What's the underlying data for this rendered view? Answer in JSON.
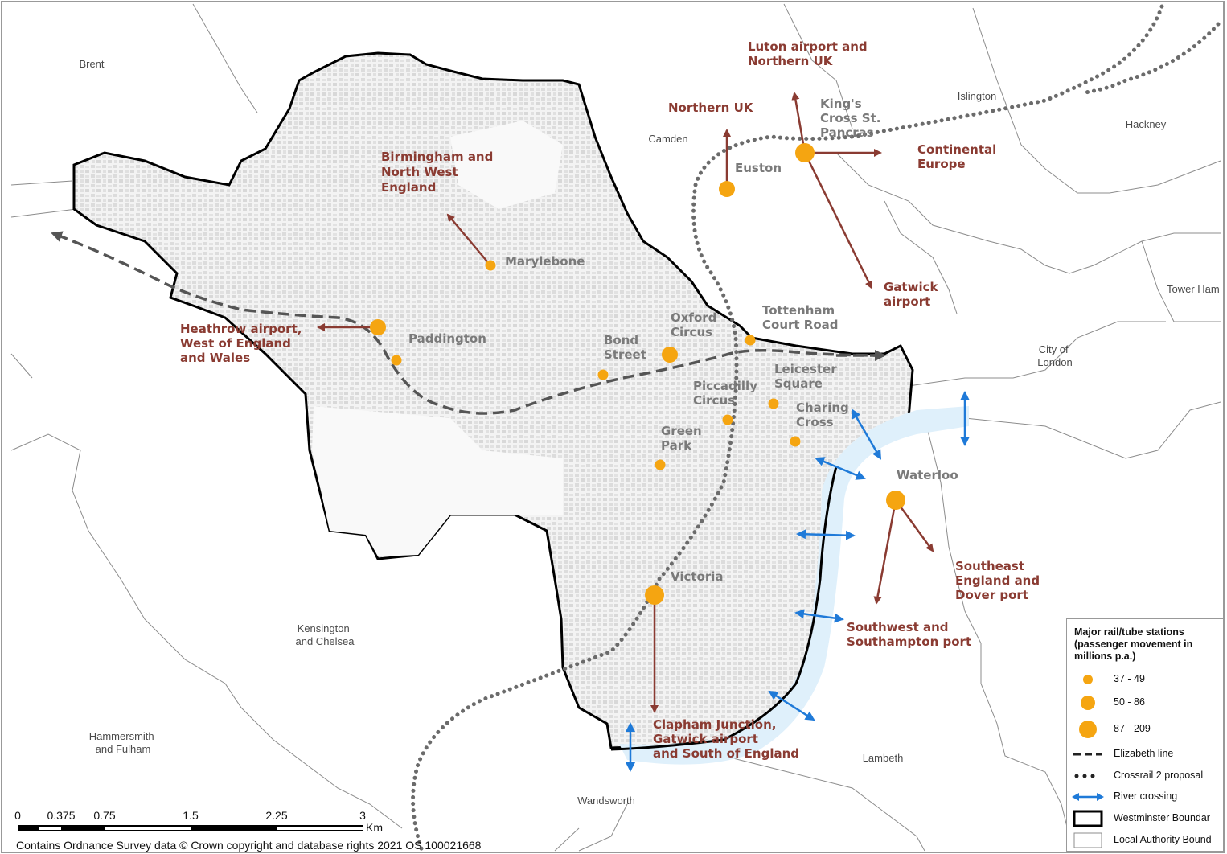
{
  "areas": {
    "brent": [
      "Brent"
    ],
    "camden": [
      "Camden"
    ],
    "islington": [
      "Islington"
    ],
    "hackney": [
      "Hackney"
    ],
    "tower_hamlets": [
      "Tower Ham"
    ],
    "city_of_london": [
      "City of",
      "London"
    ],
    "kensington_chelsea": [
      "Kensington",
      "and Chelsea"
    ],
    "hammersmith_fulham": [
      "Hammersmith",
      "and Fulham"
    ],
    "lambeth": [
      "Lambeth"
    ],
    "wandsworth": [
      "Wandsworth"
    ]
  },
  "stations": [
    {
      "id": "kings-cross",
      "label": [
        "King's",
        "Cross St.",
        "Pancras"
      ],
      "size_class": "87 - 209"
    },
    {
      "id": "euston",
      "label": [
        "Euston"
      ],
      "size_class": "50 - 86"
    },
    {
      "id": "marylebone",
      "label": [
        "Marylebone"
      ],
      "size_class": "37 - 49"
    },
    {
      "id": "paddington",
      "label": [
        "Paddington"
      ],
      "size_class": "50 - 86"
    },
    {
      "id": "bond-street",
      "label": [
        "Bond",
        "Street"
      ],
      "size_class": "37 - 49"
    },
    {
      "id": "oxford-circus",
      "label": [
        "Oxford",
        "Circus"
      ],
      "size_class": "50 - 86"
    },
    {
      "id": "tottenham-court-road",
      "label": [
        "Tottenham",
        "Court Road"
      ],
      "size_class": "37 - 49"
    },
    {
      "id": "leicester-square",
      "label": [
        "Leicester",
        "Square"
      ],
      "size_class": "37 - 49"
    },
    {
      "id": "piccadilly-circus",
      "label": [
        "Piccadilly",
        "Circus"
      ],
      "size_class": "37 - 49"
    },
    {
      "id": "charing-cross",
      "label": [
        "Charing",
        "Cross"
      ],
      "size_class": "37 - 49"
    },
    {
      "id": "green-park",
      "label": [
        "Green",
        "Park"
      ],
      "size_class": "37 - 49"
    },
    {
      "id": "waterloo",
      "label": [
        "Waterloo"
      ],
      "size_class": "87 - 209"
    },
    {
      "id": "victoria",
      "label": [
        "Victoria"
      ],
      "size_class": "87 - 209"
    }
  ],
  "destinations": {
    "luton": [
      "Luton airport and",
      "Northern UK"
    ],
    "northern_uk": [
      "Northern UK"
    ],
    "continental": [
      "Continental",
      "Europe"
    ],
    "gatwick": [
      "Gatwick",
      "airport"
    ],
    "birmingham": [
      "Birmingham and",
      "North West",
      "England"
    ],
    "heathrow": [
      "Heathrow airport,",
      "West of England",
      "and Wales"
    ],
    "southeast": [
      "Southeast",
      "England and",
      "Dover port"
    ],
    "southwest": [
      "Southwest and",
      "Southampton port"
    ],
    "clapham": [
      "Clapham Junction,",
      "Gatwick airport",
      "and South of England"
    ]
  },
  "scale_bar": {
    "ticks": [
      "0",
      "0.375",
      "0.75",
      "1.5",
      "2.25",
      "3"
    ],
    "unit": "Km"
  },
  "credit": "Contains Ordnance Survey data © Crown copyright and database rights 2021 OS 100021668",
  "legend": {
    "title": "Major rail/tube stations (passenger movement in millions p.a.)",
    "items": [
      {
        "symbol": "station-small",
        "label": "37 - 49"
      },
      {
        "symbol": "station-medium",
        "label": "50 - 86"
      },
      {
        "symbol": "station-large",
        "label": "87 - 209"
      },
      {
        "symbol": "elizabeth-line",
        "label": "Elizabeth line"
      },
      {
        "symbol": "crossrail2",
        "label": "Crossrail 2 proposal"
      },
      {
        "symbol": "river-crossing",
        "label": "River crossing"
      },
      {
        "symbol": "westminster-boundary",
        "label": "Westminster Boundar"
      },
      {
        "symbol": "la-boundary",
        "label": "Local Authority Bound"
      }
    ]
  },
  "colors": {
    "station": "#f5a511",
    "destination": "#8a3b32",
    "river": "#dff0fb",
    "river_crossing": "#1f7ad8",
    "boundary": "#000000",
    "la_boundary": "#8c8c8c",
    "elizabeth": "#555555",
    "crossrail2": "#6b6b6b"
  },
  "icons": {
    "north-arrow": "none"
  }
}
